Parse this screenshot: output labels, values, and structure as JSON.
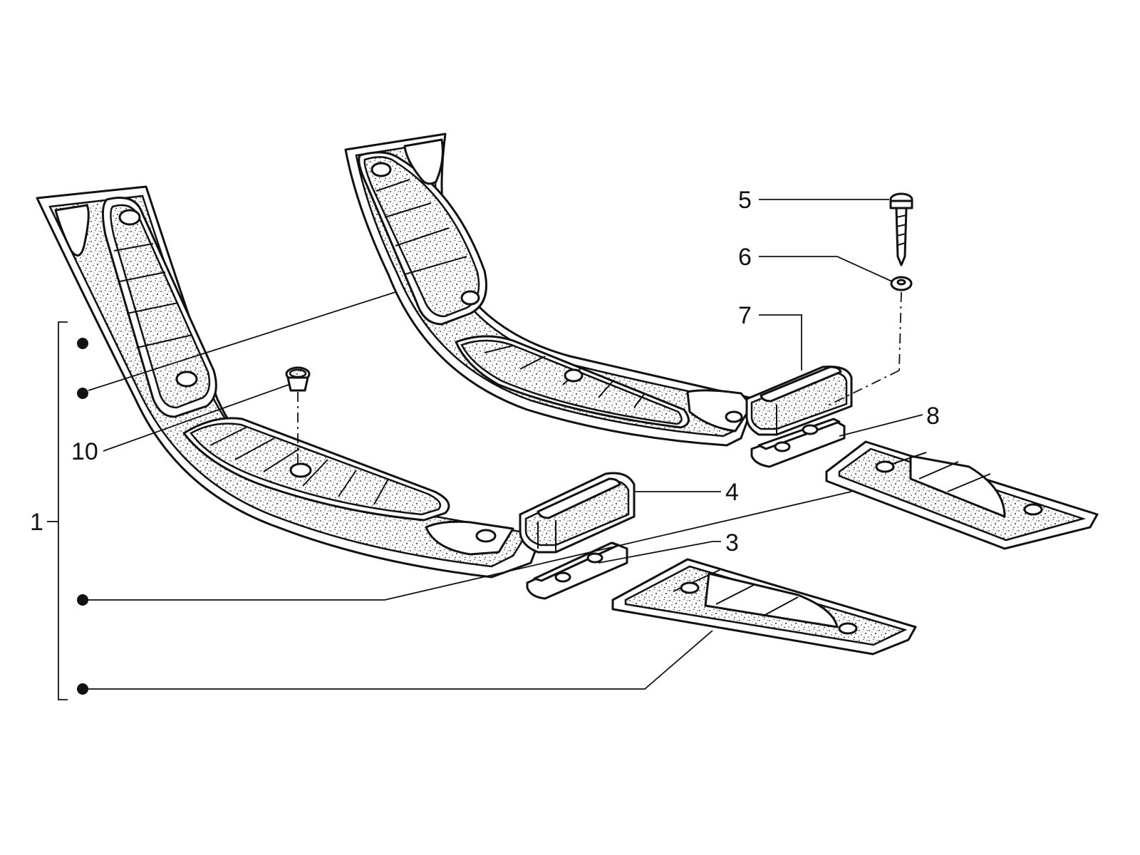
{
  "diagram": {
    "type": "exploded-parts-view",
    "subject": "floor mat and footrest rubbers assembly",
    "colors": {
      "line": "#111111",
      "background": "#ffffff"
    },
    "callouts": [
      {
        "id": "c1",
        "label": "1"
      },
      {
        "id": "c3",
        "label": "3"
      },
      {
        "id": "c4",
        "label": "4"
      },
      {
        "id": "c5",
        "label": "5"
      },
      {
        "id": "c6",
        "label": "6"
      },
      {
        "id": "c7",
        "label": "7"
      },
      {
        "id": "c8",
        "label": "8"
      },
      {
        "id": "c10",
        "label": "10"
      }
    ]
  }
}
